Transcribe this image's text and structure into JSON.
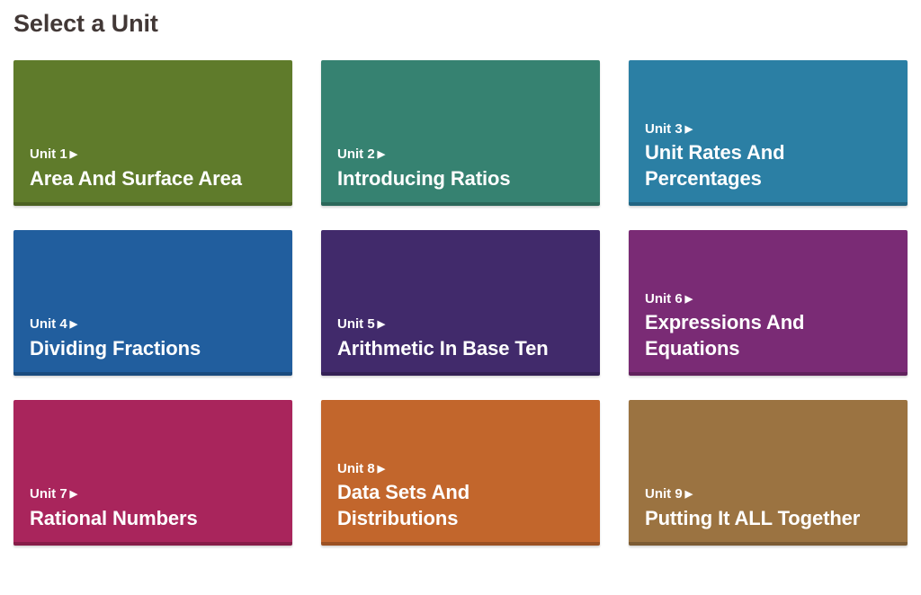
{
  "page": {
    "title": "Select a Unit"
  },
  "units": [
    {
      "label": "Unit 1",
      "caret": "▶",
      "name": "Area And Surface Area",
      "color": "#5F7B2B"
    },
    {
      "label": "Unit 2",
      "caret": "▶",
      "name": "Introducing Ratios",
      "color": "#368271"
    },
    {
      "label": "Unit 3",
      "caret": "▶",
      "name": "Unit Rates And Percentages",
      "color": "#2B7FA4"
    },
    {
      "label": "Unit 4",
      "caret": "▶",
      "name": "Dividing Fractions",
      "color": "#215E9E"
    },
    {
      "label": "Unit 5",
      "caret": "▶",
      "name": "Arithmetic In Base Ten",
      "color": "#412A6B"
    },
    {
      "label": "Unit 6",
      "caret": "▶",
      "name": "Expressions And Equations",
      "color": "#7A2B75"
    },
    {
      "label": "Unit 7",
      "caret": "▶",
      "name": "Rational Numbers",
      "color": "#A9255C"
    },
    {
      "label": "Unit 8",
      "caret": "▶",
      "name": "Data Sets And Distributions",
      "color": "#C2662C"
    },
    {
      "label": "Unit 9",
      "caret": "▶",
      "name": "Putting It ALL Together",
      "color": "#9B7341"
    }
  ]
}
